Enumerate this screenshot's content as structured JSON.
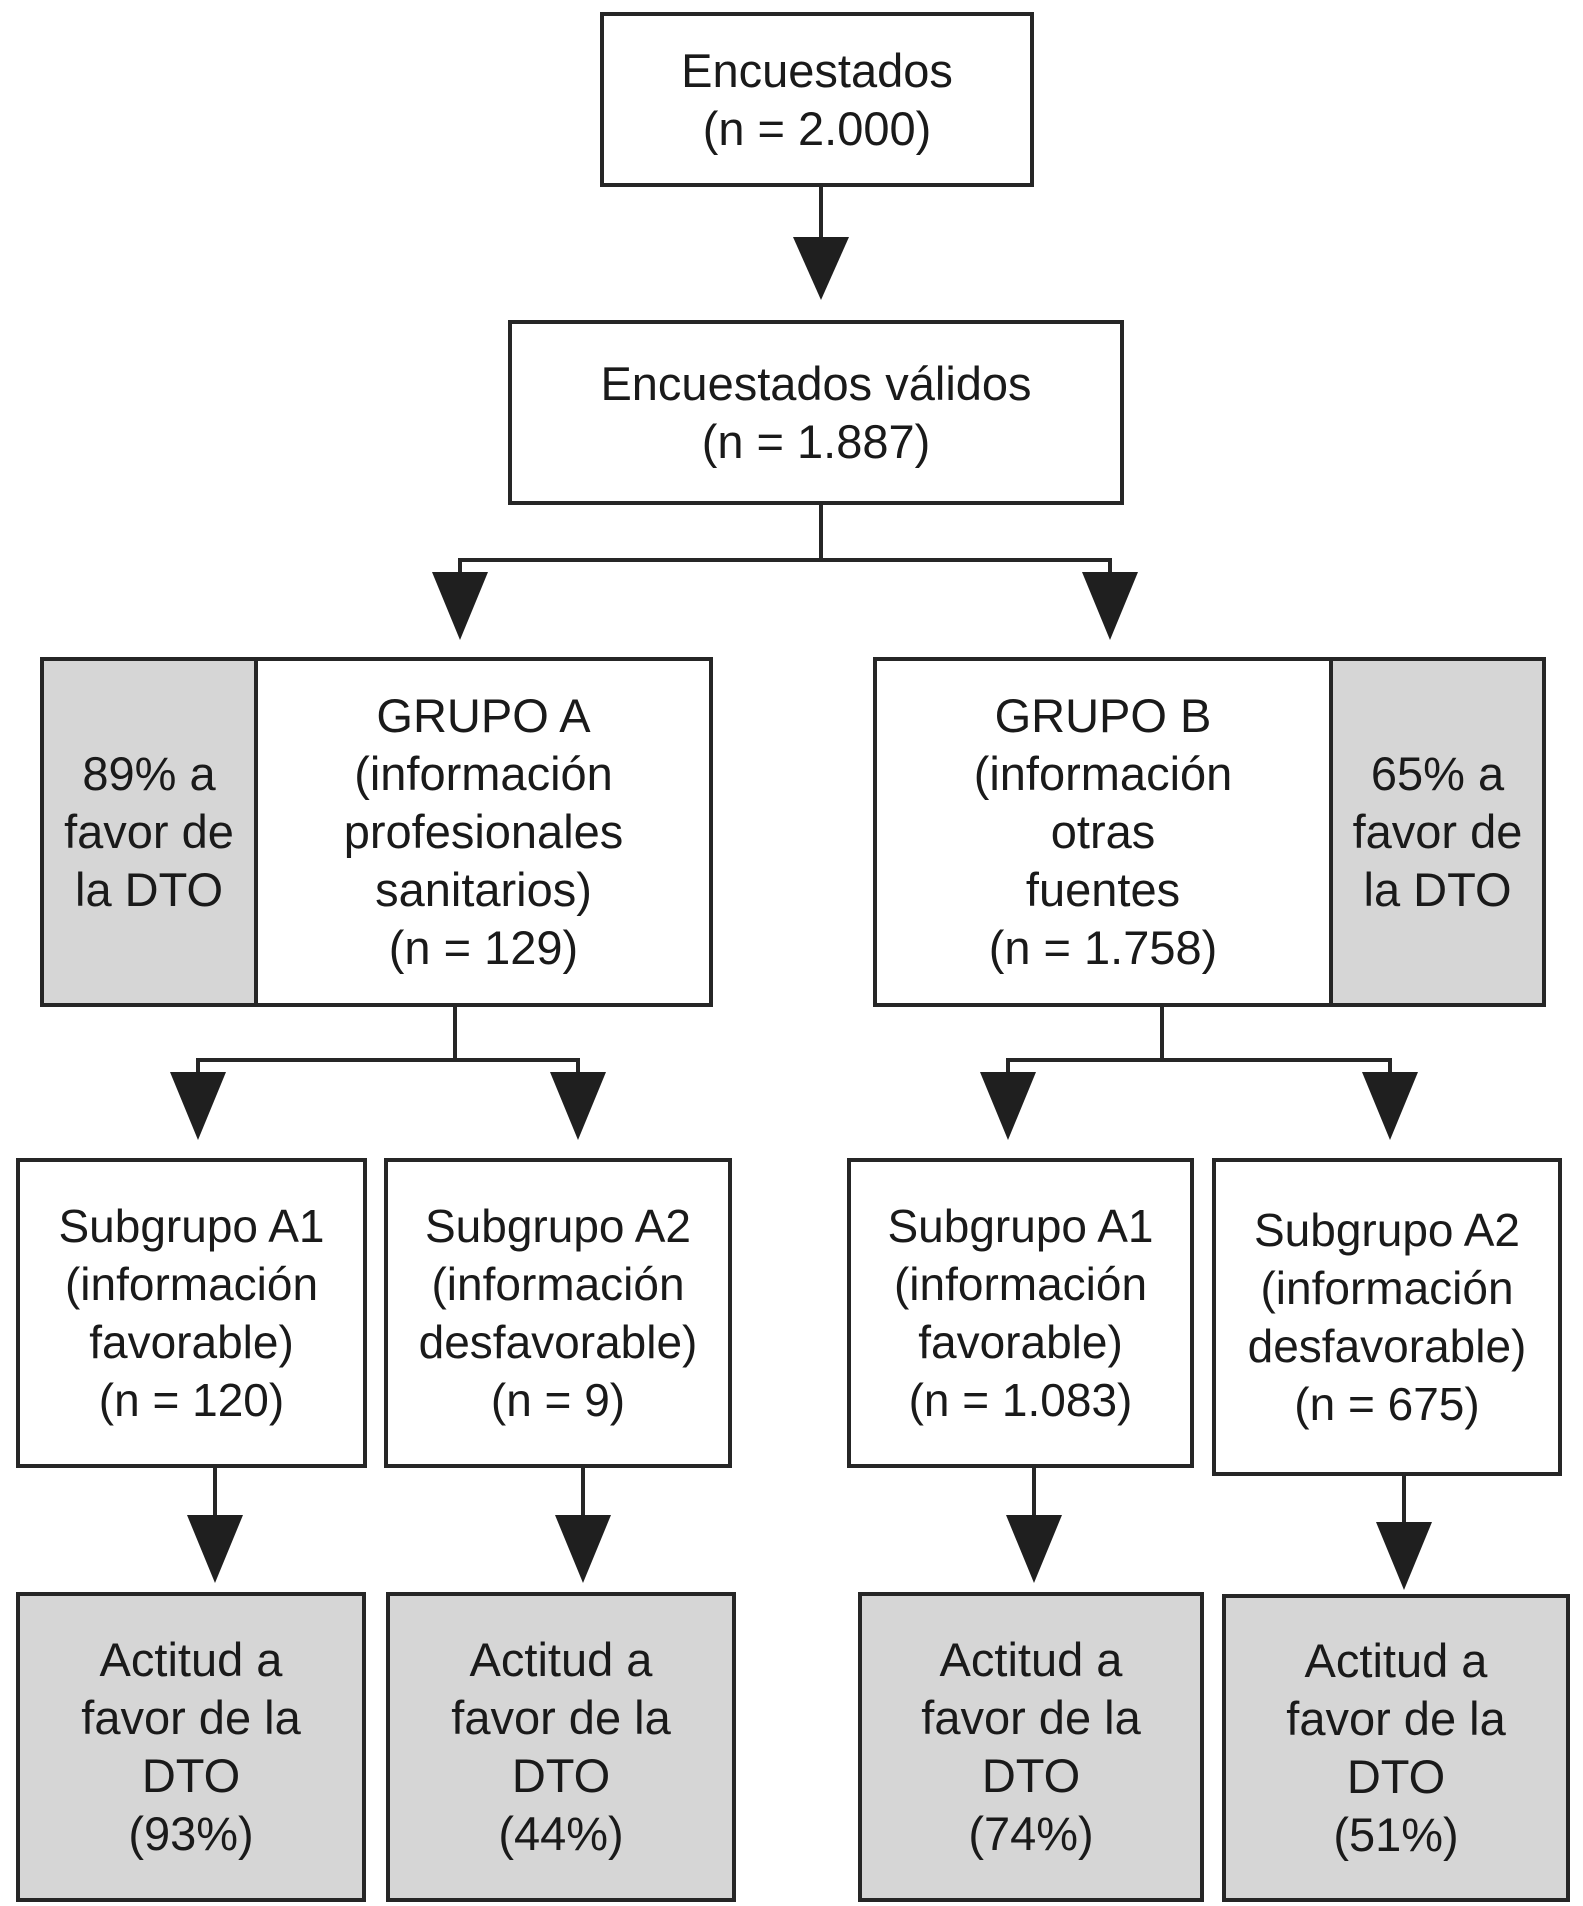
{
  "top": {
    "lines": [
      "Encuestados",
      "(n = 2.000)"
    ]
  },
  "valid": {
    "lines": [
      "Encuestados válidos",
      "(n = 1.887)"
    ]
  },
  "group_a": {
    "pct_lines": [
      "89% a",
      "favor de",
      "la DTO"
    ],
    "lines": [
      "GRUPO A",
      "(información",
      "profesionales",
      "sanitarios)",
      "(n = 129)"
    ]
  },
  "group_b": {
    "pct_lines": [
      "65% a",
      "favor de",
      "la DTO"
    ],
    "lines": [
      "GRUPO B",
      "(información",
      "otras",
      "fuentes",
      "(n = 1.758)"
    ]
  },
  "sub_a1": {
    "lines": [
      "Subgrupo A1",
      "(información",
      "favorable)",
      "(n = 120)"
    ]
  },
  "sub_a2": {
    "lines": [
      "Subgrupo A2",
      "(información",
      "desfavorable)",
      "(n = 9)"
    ]
  },
  "sub_b1": {
    "lines": [
      "Subgrupo A1",
      "(información",
      "favorable)",
      "(n = 1.083)"
    ]
  },
  "sub_b2": {
    "lines": [
      "Subgrupo A2",
      "(información",
      "desfavorable)",
      "(n = 675)"
    ]
  },
  "res_a1": {
    "lines": [
      "Actitud a",
      "favor de la",
      "DTO",
      "(93%)"
    ]
  },
  "res_a2": {
    "lines": [
      "Actitud a",
      "favor de la",
      "DTO",
      "(44%)"
    ]
  },
  "res_b1": {
    "lines": [
      "Actitud a",
      "favor de la",
      "DTO",
      "(74%)"
    ]
  },
  "res_b2": {
    "lines": [
      "Actitud a",
      "favor de la",
      "DTO",
      "(51%)"
    ]
  }
}
